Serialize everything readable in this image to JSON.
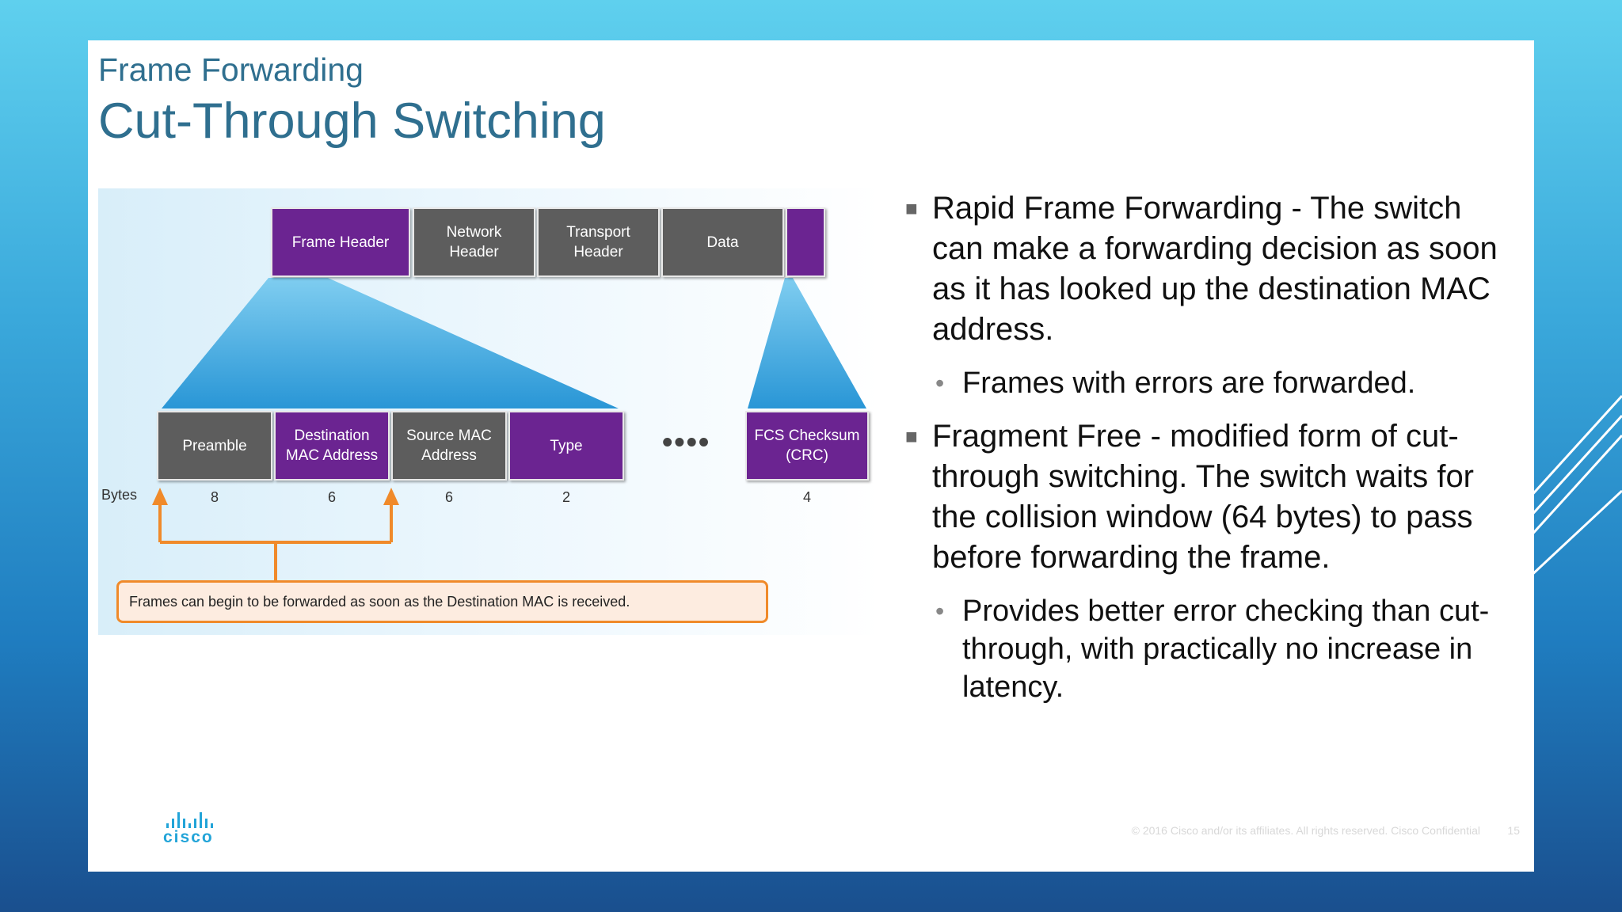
{
  "slide": {
    "supertitle": "Frame Forwarding",
    "title": "Cut-Through Switching"
  },
  "diagram": {
    "top_row": [
      "Frame Header",
      "Network\nHeader",
      "Transport\nHeader",
      "Data",
      ""
    ],
    "bottom_row": [
      "Preamble",
      "Destination\nMAC Address",
      "Source MAC\nAddress",
      "Type",
      "FCS Checksum\n(CRC)"
    ],
    "bytes_label": "Bytes",
    "byte_counts": [
      "8",
      "6",
      "6",
      "2",
      "4"
    ],
    "ellipsis": "••••",
    "callout": "Frames can begin to be forwarded as soon as the Destination MAC is received.",
    "colors": {
      "purple": "#6b2491",
      "gray": "#5d5d5d",
      "arrow": "#f08a2a",
      "fan": "#2fa3dc"
    }
  },
  "bullets": [
    {
      "level": 1,
      "text": "Rapid Frame Forwarding -  The switch can make a forwarding decision as soon as it has looked up the destination MAC address."
    },
    {
      "level": 2,
      "text": "Frames with errors are forwarded."
    },
    {
      "level": 1,
      "text": "Fragment Free - modified form of cut-through switching. The switch waits for the collision window (64 bytes) to pass before forwarding the frame."
    },
    {
      "level": 2,
      "text": "Provides better error checking than cut-through, with practically no increase in latency."
    }
  ],
  "logo": {
    "text": "cisco",
    "icon": "cisco-bridge-logo"
  },
  "footer": {
    "text": "© 2016  Cisco and/or its affiliates. All rights reserved.   Cisco Confidential",
    "page": "15"
  }
}
